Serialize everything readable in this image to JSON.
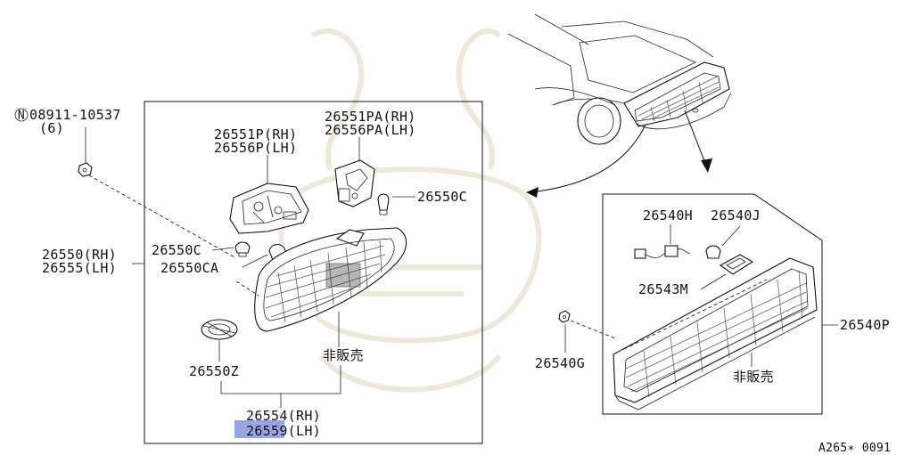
{
  "diagram": {
    "code": "A265∗ 0091",
    "left_box": {
      "nut_prefix": "N",
      "nut_part": "08911-10537",
      "nut_qty": "(6)",
      "lamp_rh": "26550(RH)",
      "lamp_lh": "26555(LH)",
      "housing_rh": "26551P(RH)",
      "housing_lh": "26556P(LH)",
      "socket_rh": "26551PA(RH)",
      "socket_lh": "26556PA(LH)",
      "bulb_right": "26550C",
      "bulb_left": "26550C",
      "bulb_ca": "26550CA",
      "grommet": "26550Z",
      "not_sold": "非販売",
      "lens_rh": "26554(RH)",
      "lens_lh": "26559(LH)"
    },
    "right_box": {
      "harness": "26540H",
      "bulb": "26540J",
      "gasket": "26543M",
      "assembly": "26540P",
      "nut": "26540G",
      "not_sold": "非販売"
    },
    "highlight_color": "#6f7fd6"
  }
}
